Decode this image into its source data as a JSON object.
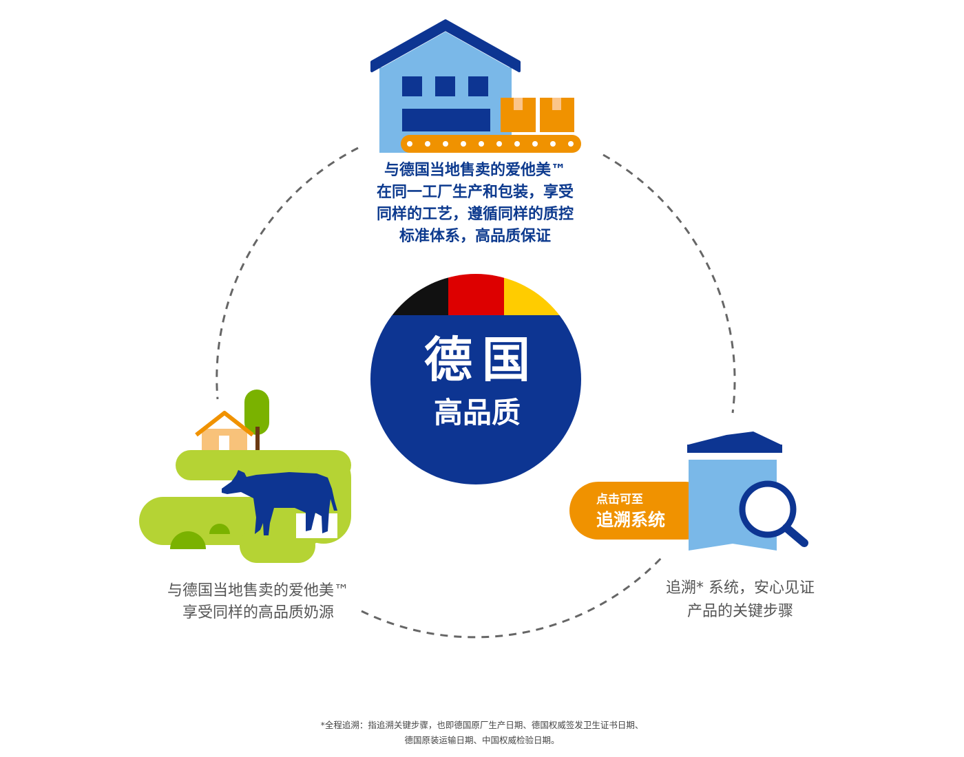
{
  "colors": {
    "navy": "#0d3592",
    "light_blue": "#7ab8e8",
    "orange": "#f09200",
    "green": "#b5d334",
    "dark_green": "#7ab200",
    "flag_black": "#111111",
    "flag_red": "#dd0000",
    "flag_gold": "#ffcc00"
  },
  "center": {
    "title": "德国",
    "subtitle": "高品质"
  },
  "factory": {
    "icon": "factory-icon",
    "lines": [
      "与德国当地售卖的爱他美™",
      "在同一工厂生产和包装，享受",
      "同样的工艺，遵循同样的质控",
      "标准体系，高品质保证"
    ]
  },
  "farm": {
    "icon": "farm-cow-icon",
    "lines": [
      "与德国当地售卖的爱他美™",
      "享受同样的高品质奶源"
    ]
  },
  "trace": {
    "icon": "product-magnifier-icon",
    "button_small": "点击可至",
    "button_big": "追溯系统",
    "lines": [
      "追溯* 系统，安心见证",
      "产品的关键步骤"
    ]
  },
  "footnote": {
    "lines": [
      "*全程追溯：指追溯关键步骤，也即德国原厂生产日期、德国权威签发卫生证书日期、",
      "德国原装运输日期、中国权威检验日期。"
    ]
  }
}
